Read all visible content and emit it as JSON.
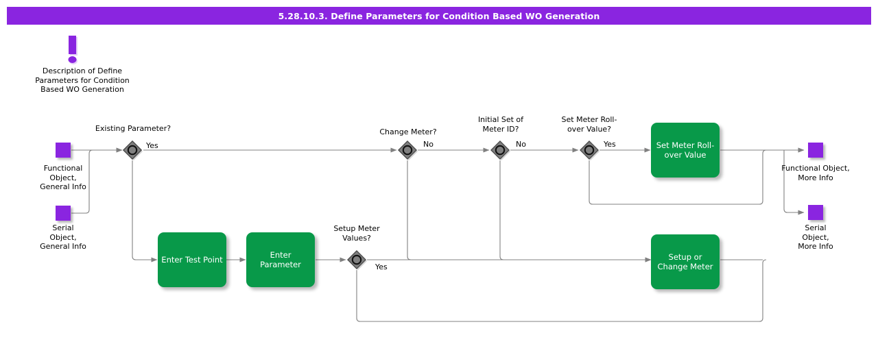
{
  "header": {
    "title": "5.28.10.3. Define Parameters for Condition Based WO Generation",
    "bar_color": "#8A25E0"
  },
  "colors": {
    "purple": "#8A25E0",
    "green": "#089949",
    "diamond_fill": "#808080",
    "diamond_stroke": "#4D4D4D",
    "line": "#808080",
    "text": "#000000"
  },
  "annotation": {
    "icon": "exclamation-mark-icon",
    "text": "Description of Define\nParameters for Condition\nBased WO Generation"
  },
  "nodes": {
    "start": [
      {
        "id": "functional-object-general-info",
        "label": "Functional\nObject,\nGeneral Info",
        "type": "start"
      },
      {
        "id": "serial-object-general-info",
        "label": "Serial\nObject,\nGeneral Info",
        "type": "start"
      }
    ],
    "end": [
      {
        "id": "functional-object-more-info",
        "label": "Functional Object,\nMore Info",
        "type": "end"
      },
      {
        "id": "serial-object-more-info",
        "label": "Serial\nObject,\nMore Info",
        "type": "end"
      }
    ],
    "tasks": [
      {
        "id": "enter-test-point",
        "label": "Enter Test Point"
      },
      {
        "id": "enter-parameter",
        "label": "Enter Parameter"
      },
      {
        "id": "set-meter-rollover-value",
        "label": "Set Meter Roll-\nover Value"
      },
      {
        "id": "setup-or-change-meter",
        "label": "Setup or\nChange Meter"
      }
    ],
    "decisions": [
      {
        "id": "existing-parameter",
        "label": "Existing Parameter?",
        "branch": "Yes"
      },
      {
        "id": "change-meter",
        "label": "Change Meter?",
        "branch": "No"
      },
      {
        "id": "initial-set-of-meter-id",
        "label": "Initial Set of\nMeter ID?",
        "branch": "No"
      },
      {
        "id": "set-meter-rollover-value-q",
        "label": "Set Meter Roll-\nover Value?",
        "branch": "Yes"
      },
      {
        "id": "setup-meter-values",
        "label": "Setup Meter\nValues?",
        "branch": "Yes"
      }
    ]
  }
}
